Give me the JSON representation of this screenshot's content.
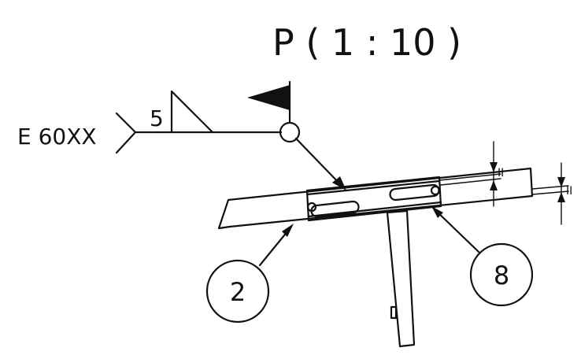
{
  "view_title": "P ( 1 : 10 )",
  "weld_symbol": {
    "electrode": "E 60XX",
    "fillet_size": "5"
  },
  "thickness_marks": {
    "upper": "II",
    "lower": "II"
  },
  "balloons": {
    "left": "2",
    "right": "8"
  },
  "colors": {
    "line": "#111111",
    "background": "#ffffff"
  },
  "icons": [
    "field-weld-flag-icon",
    "weld-all-around-circle-icon",
    "fillet-weld-triangle-icon",
    "arrowhead-icon"
  ]
}
